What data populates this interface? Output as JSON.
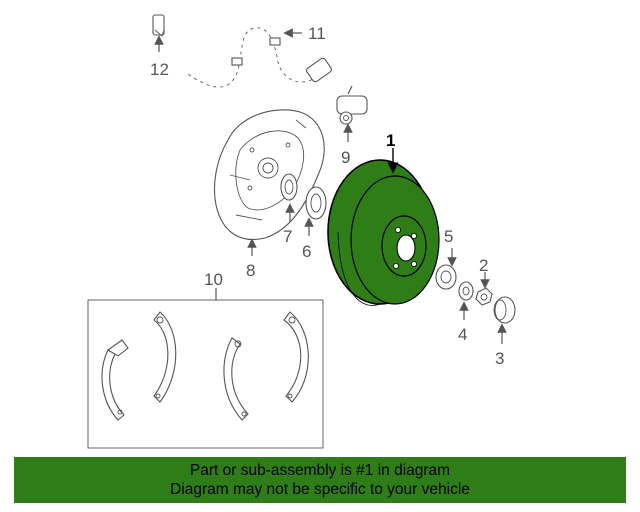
{
  "diagram": {
    "callouts": {
      "p1": "1",
      "p2": "2",
      "p3": "3",
      "p4": "4",
      "p5": "5",
      "p6": "6",
      "p7": "7",
      "p8": "8",
      "p9": "9",
      "p10": "10",
      "p11": "11",
      "p12": "12"
    },
    "highlight_color": "#2e7d16"
  },
  "banner": {
    "line1": "Part or sub-assembly is #1 in diagram",
    "line2": "Diagram may not be specific to your vehicle",
    "background": "#2e7d16"
  },
  "icons": {
    "arrow": "arrow-icon"
  }
}
